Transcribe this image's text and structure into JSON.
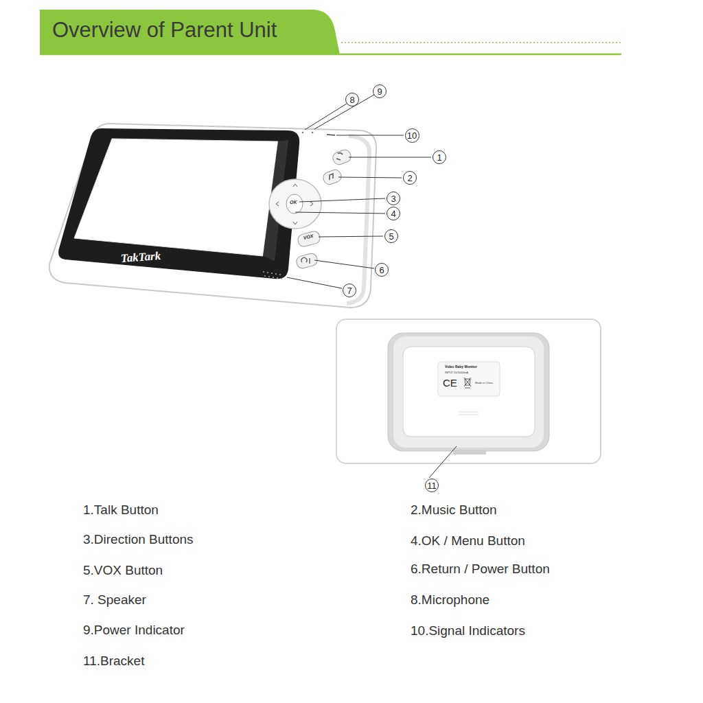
{
  "diagram": {
    "title": "Overview of Parent Unit",
    "nodes": [
      {
        "text": [
          "8"
        ]
      },
      {
        "text": [
          "9"
        ]
      },
      {
        "text": [
          "10"
        ]
      },
      {
        "text": [
          "1"
        ]
      },
      {
        "text": [
          "2"
        ]
      },
      {
        "text": [
          "3"
        ]
      },
      {
        "text": [
          "4"
        ]
      },
      {
        "text": [
          "5"
        ]
      },
      {
        "text": [
          "6"
        ]
      },
      {
        "text": [
          "7"
        ]
      },
      {
        "text": [
          "11"
        ]
      }
    ],
    "labels": [
      "TakTark",
      "OK",
      "VOX",
      "Video Baby Monitor",
      "INPUT 5V/1000mA",
      "CE",
      "Made in China",
      "1.Talk Button",
      "2.Music Button",
      "3.Direction Buttons",
      "4.OK / Menu Button",
      "5.VOX Button",
      "6.Return / Power Button",
      "7. Speaker",
      "8.Microphone",
      "9.Power Indicator",
      "10.Signal Indicators",
      "11.Bracket"
    ]
  }
}
